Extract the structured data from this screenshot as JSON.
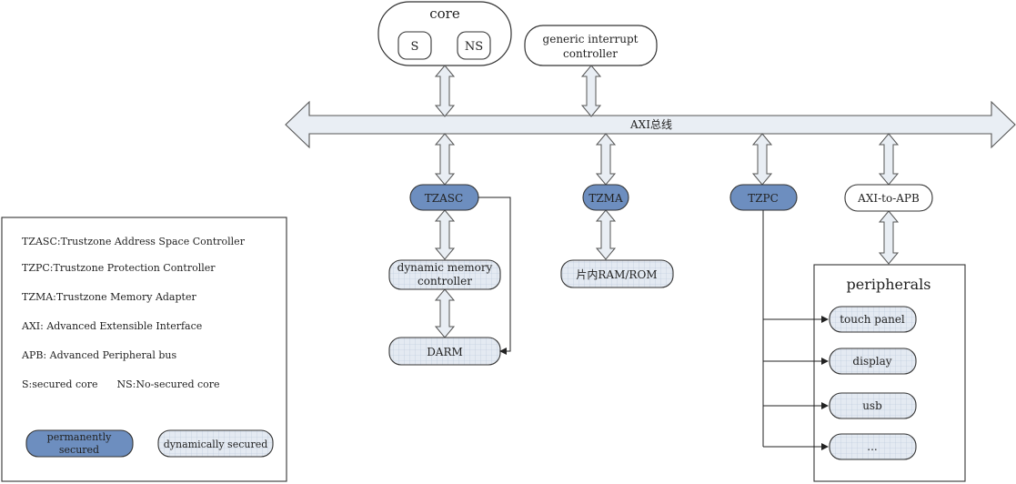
{
  "core": {
    "title": "core",
    "s": "S",
    "ns": "NS"
  },
  "gic": {
    "line1": "generic interrupt",
    "line2": "controller"
  },
  "bus": {
    "label": "AXI总线"
  },
  "tzasc": "TZASC",
  "tzma": "TZMA",
  "tzpc": "TZPC",
  "axi_apb": "AXI-to-APB",
  "dmc": {
    "line1": "dynamic memory",
    "line2": "controller"
  },
  "darm": "DARM",
  "ram": "片内RAM/ROM",
  "peripherals": {
    "title": "peripherals",
    "items": [
      "touch panel",
      "display",
      "usb",
      "..."
    ]
  },
  "legend": {
    "lines": [
      "TZASC:Trustzone Address Space Controller",
      "TZPC:Trustzone Protection Controller",
      "TZMA:Trustzone Memory Adapter",
      "AXI: Advanced Extensible Interface",
      "APB: Advanced Peripheral bus",
      "S:secured core      NS:No-secured core"
    ],
    "permanent": {
      "line1": "permanently",
      "line2": "secured"
    },
    "dynamic": "dynamically secured"
  },
  "colors": {
    "permanent_fill": "#6d8ebf",
    "dynamic_fill": "#dfe6f0",
    "stroke": "#333333",
    "bus_fill": "#e9eef4"
  }
}
